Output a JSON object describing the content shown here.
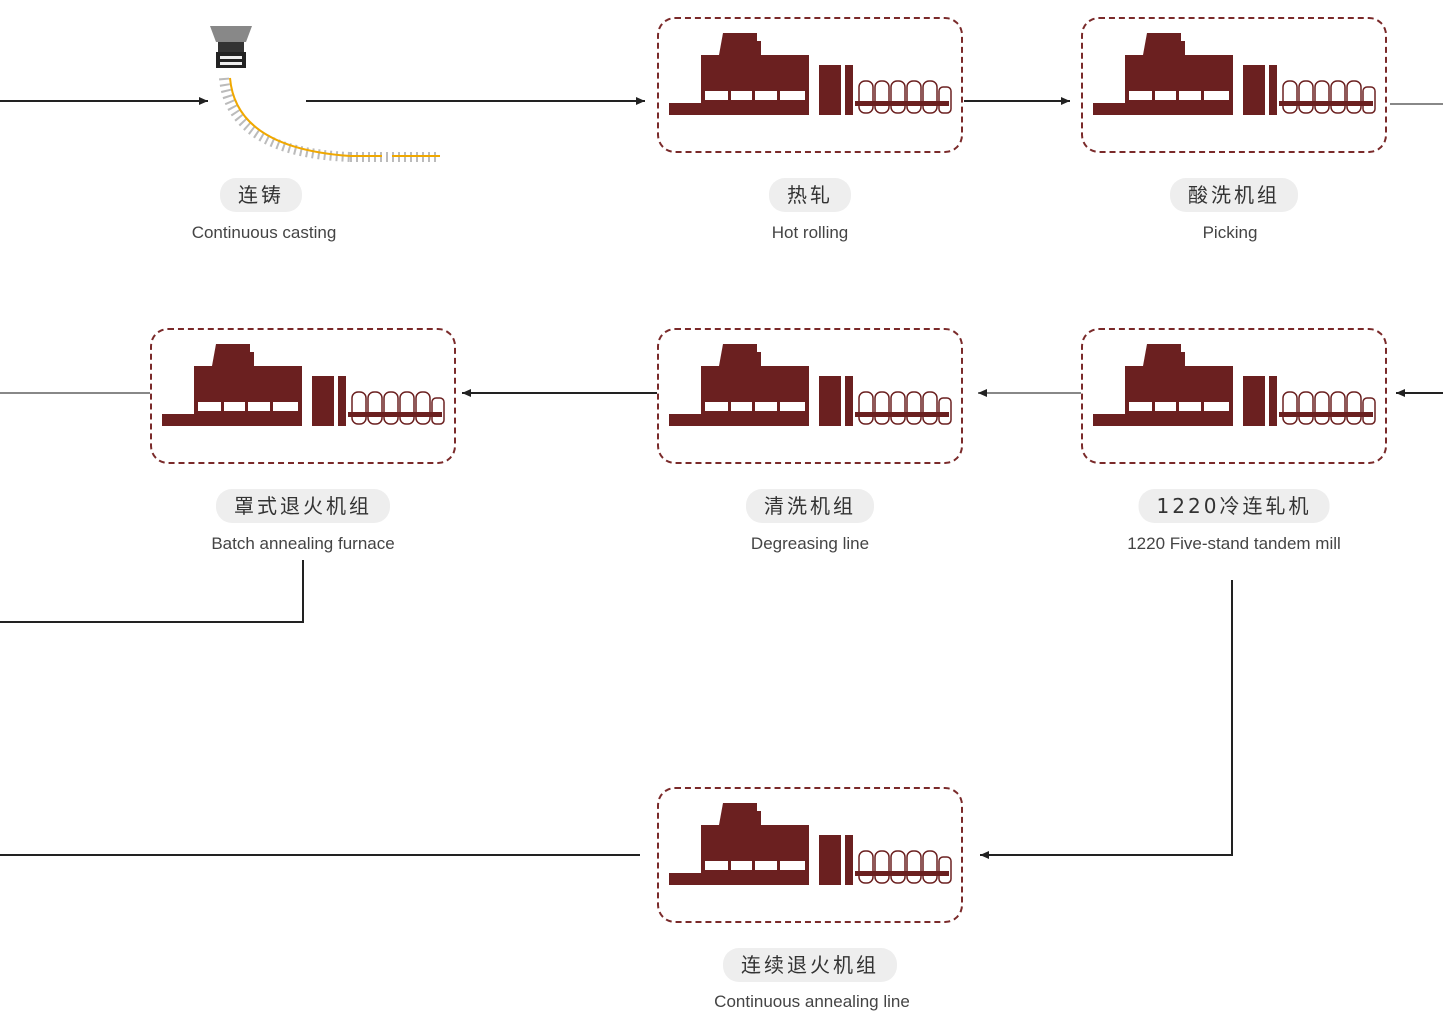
{
  "colors": {
    "factory": "#6b2020",
    "frame_border": "#7a2a2a",
    "line": "#222222",
    "strand": "#f0a800",
    "label_bg": "#eeeeee"
  },
  "icons": {
    "process": "factory-icon",
    "caster": "continuous-caster-icon"
  },
  "stages": [
    {
      "id": "continuous-casting",
      "cn": "连铸",
      "en": "Continuous casting"
    },
    {
      "id": "hot-rolling",
      "cn": "热轧",
      "en": "Hot rolling"
    },
    {
      "id": "pickling",
      "cn": "酸洗机组",
      "en": "Picking"
    },
    {
      "id": "tandem-mill",
      "cn": "1220冷连轧机",
      "en": "1220 Five-stand tandem mill"
    },
    {
      "id": "degreasing",
      "cn": "清洗机组",
      "en": "Degreasing line"
    },
    {
      "id": "batch-annealing",
      "cn": "罩式退火机组",
      "en": "Batch annealing furnace"
    },
    {
      "id": "continuous-annealing",
      "cn": "连续退火机组",
      "en": "Continuous annealing line"
    }
  ]
}
